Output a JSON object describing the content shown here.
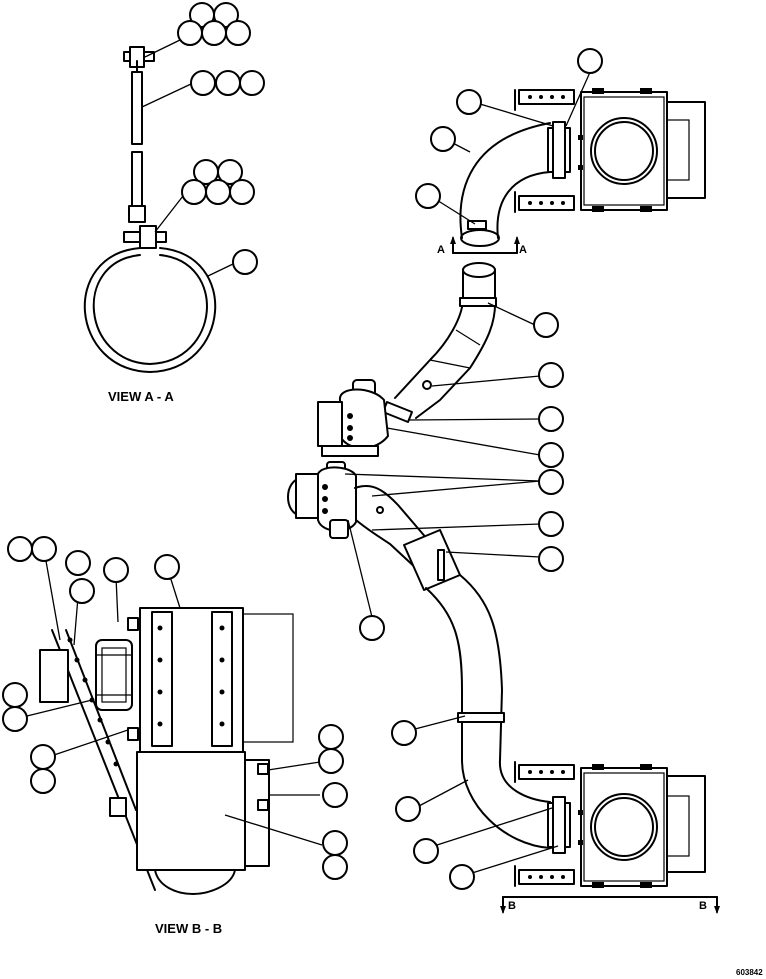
{
  "labels": {
    "view_aa": "VIEW A - A",
    "view_bb": "VIEW B - B",
    "section_a": "A",
    "section_b": "B",
    "drawing_number": "603842"
  }
}
